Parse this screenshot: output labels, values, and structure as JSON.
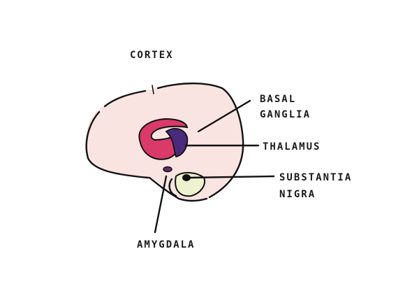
{
  "labels": {
    "cortex": "CORTEX",
    "basal_ganglia_line1": "BASAL",
    "basal_ganglia_line2": "GANGLIA",
    "thalamus": "THALAMUS",
    "substantia_nigra_line1": "SUBSTANTIA",
    "substantia_nigra_line2": "NIGRA",
    "amygdala": "AMYGDALA"
  },
  "colors": {
    "cortex_fill": "#f9e4e1",
    "basal_ganglia": "#d93a6a",
    "thalamus": "#4a2a7a",
    "substantia_nigra_fill": "#eef2cf",
    "substantia_nigra_dot": "#111111",
    "ink": "#111111"
  }
}
